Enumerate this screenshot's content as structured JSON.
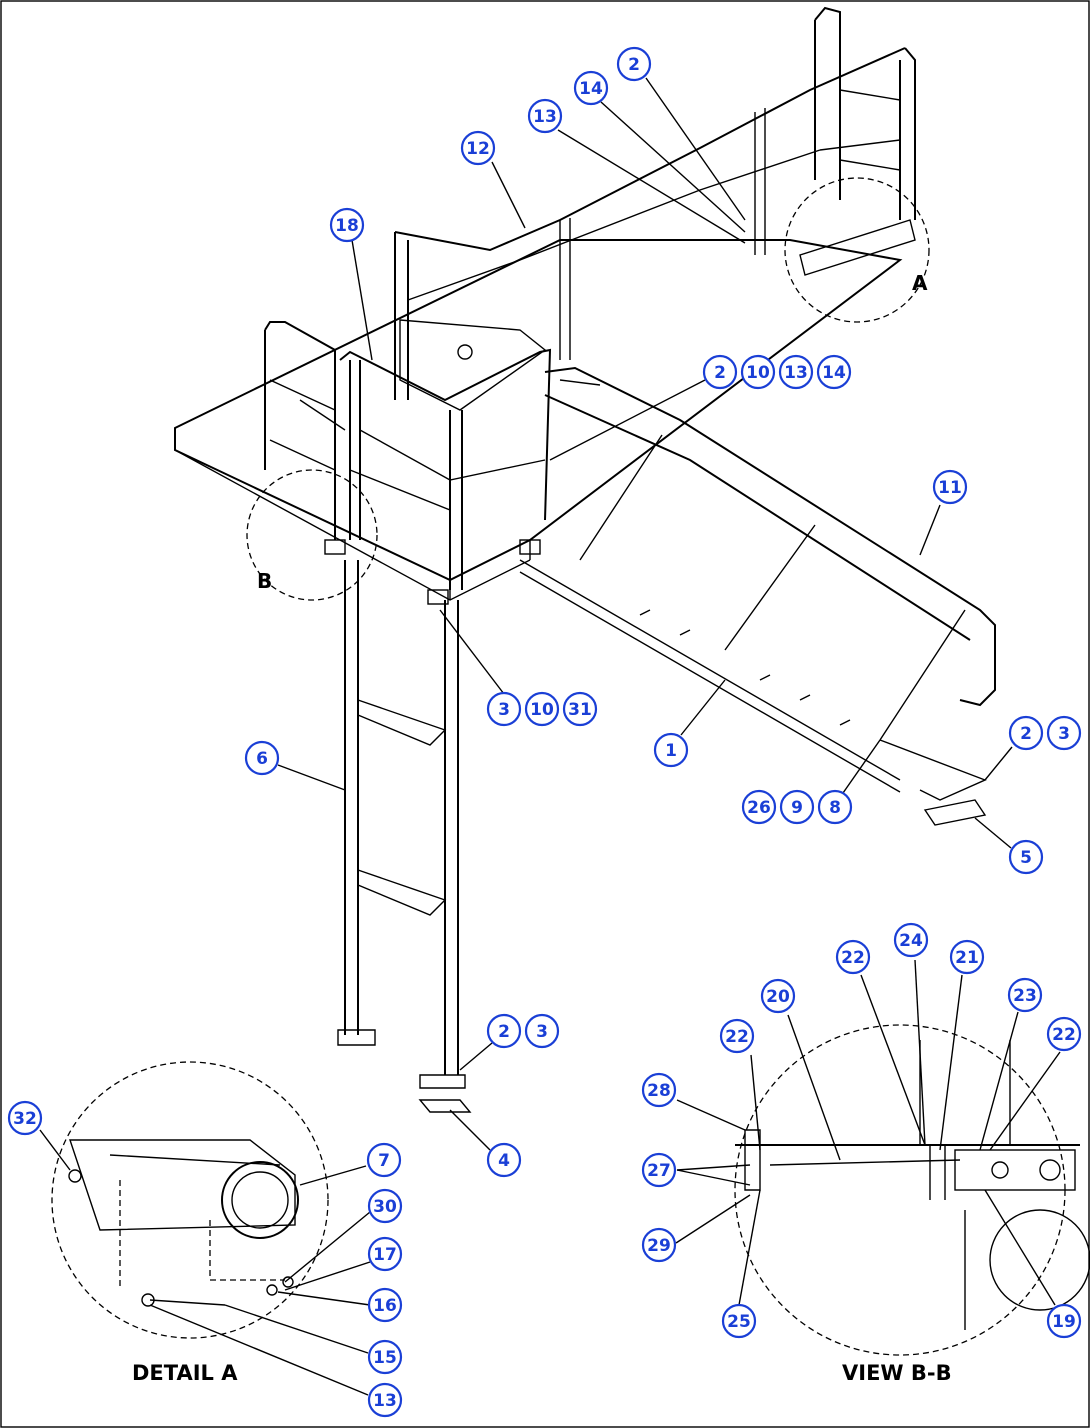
{
  "colors": {
    "balloon_stroke": "#1a3fd6",
    "balloon_text": "#1a3fd6",
    "line": "#000000"
  },
  "views": {
    "view_a_marker": "A",
    "view_b_marker": "B",
    "detail_a_title": "DETAIL A",
    "view_bb_title": "VIEW B-B"
  },
  "callouts": [
    {
      "label": "2"
    },
    {
      "label": "14"
    },
    {
      "label": "13"
    },
    {
      "label": "12"
    },
    {
      "label": "18"
    },
    {
      "label": "2"
    },
    {
      "label": "10"
    },
    {
      "label": "13"
    },
    {
      "label": "14"
    },
    {
      "label": "11"
    },
    {
      "label": "3"
    },
    {
      "label": "10"
    },
    {
      "label": "31"
    },
    {
      "label": "1"
    },
    {
      "label": "6"
    },
    {
      "label": "2"
    },
    {
      "label": "3"
    },
    {
      "label": "26"
    },
    {
      "label": "9"
    },
    {
      "label": "8"
    },
    {
      "label": "5"
    },
    {
      "label": "2"
    },
    {
      "label": "3"
    },
    {
      "label": "4"
    },
    {
      "label": "32"
    },
    {
      "label": "7"
    },
    {
      "label": "30"
    },
    {
      "label": "17"
    },
    {
      "label": "16"
    },
    {
      "label": "15"
    },
    {
      "label": "13"
    },
    {
      "label": "22"
    },
    {
      "label": "24"
    },
    {
      "label": "21"
    },
    {
      "label": "20"
    },
    {
      "label": "23"
    },
    {
      "label": "22"
    },
    {
      "label": "22"
    },
    {
      "label": "28"
    },
    {
      "label": "27"
    },
    {
      "label": "29"
    },
    {
      "label": "25"
    },
    {
      "label": "19"
    }
  ]
}
